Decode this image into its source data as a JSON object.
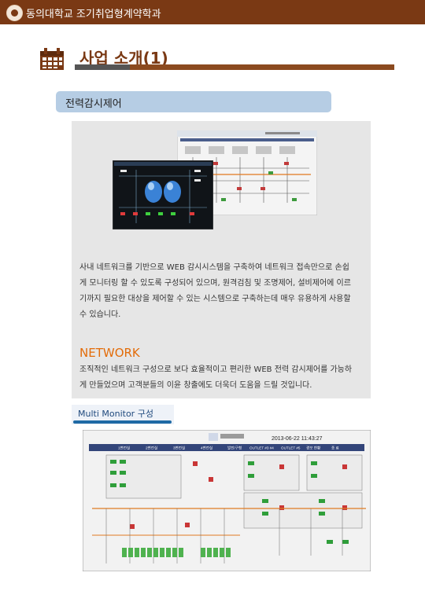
{
  "header": {
    "brand": "동의대학교 조기취업형계약학과"
  },
  "section": {
    "title": "사업 소개(1)"
  },
  "pill": {
    "label": "전력감시제어"
  },
  "intro": {
    "paragraph": [
      "사내 네트워크를 기반으로 WEB 감시시스템을 구축하여 네트워크 접속만으로 손쉽",
      "게 모니터링 할 수 있도록 구성되어 있으며, 원격검침 및 조명제어, 설비제어에 이르",
      "기까지 필요한 대상을 제어할 수 있는 시스템으로 구축하는데 매우 유용하게 사용할",
      "수 있습니다."
    ]
  },
  "network": {
    "heading": "NETWORK",
    "paragraph": [
      "조직적인 네트워크 구성으로 보다 효율적이고 편리한 WEB 전력 감시제어를 가능하",
      "게 만들었으며 고객분들의 이윤 창출에도 더욱더 도움을 드릴 것입니다."
    ]
  },
  "multi_monitor": {
    "label": "Multi Monitor 구성",
    "timestamp": "2013-06-22 11:43:27",
    "menu": [
      "1변전실",
      "2변전실",
      "3변전실",
      "4변전실",
      "발전/구청",
      "OUTLET #3 #4",
      "OUTLET #5",
      "경보 현황",
      "종 료"
    ]
  },
  "icons": {
    "logo": "university-logo",
    "calendar": "calendar-icon"
  },
  "colors": {
    "topbar": "#7a3914",
    "title": "#7a3914",
    "pill": "#b6cde4",
    "network_heading": "#e36c09",
    "multi_label": "#1f497d"
  }
}
